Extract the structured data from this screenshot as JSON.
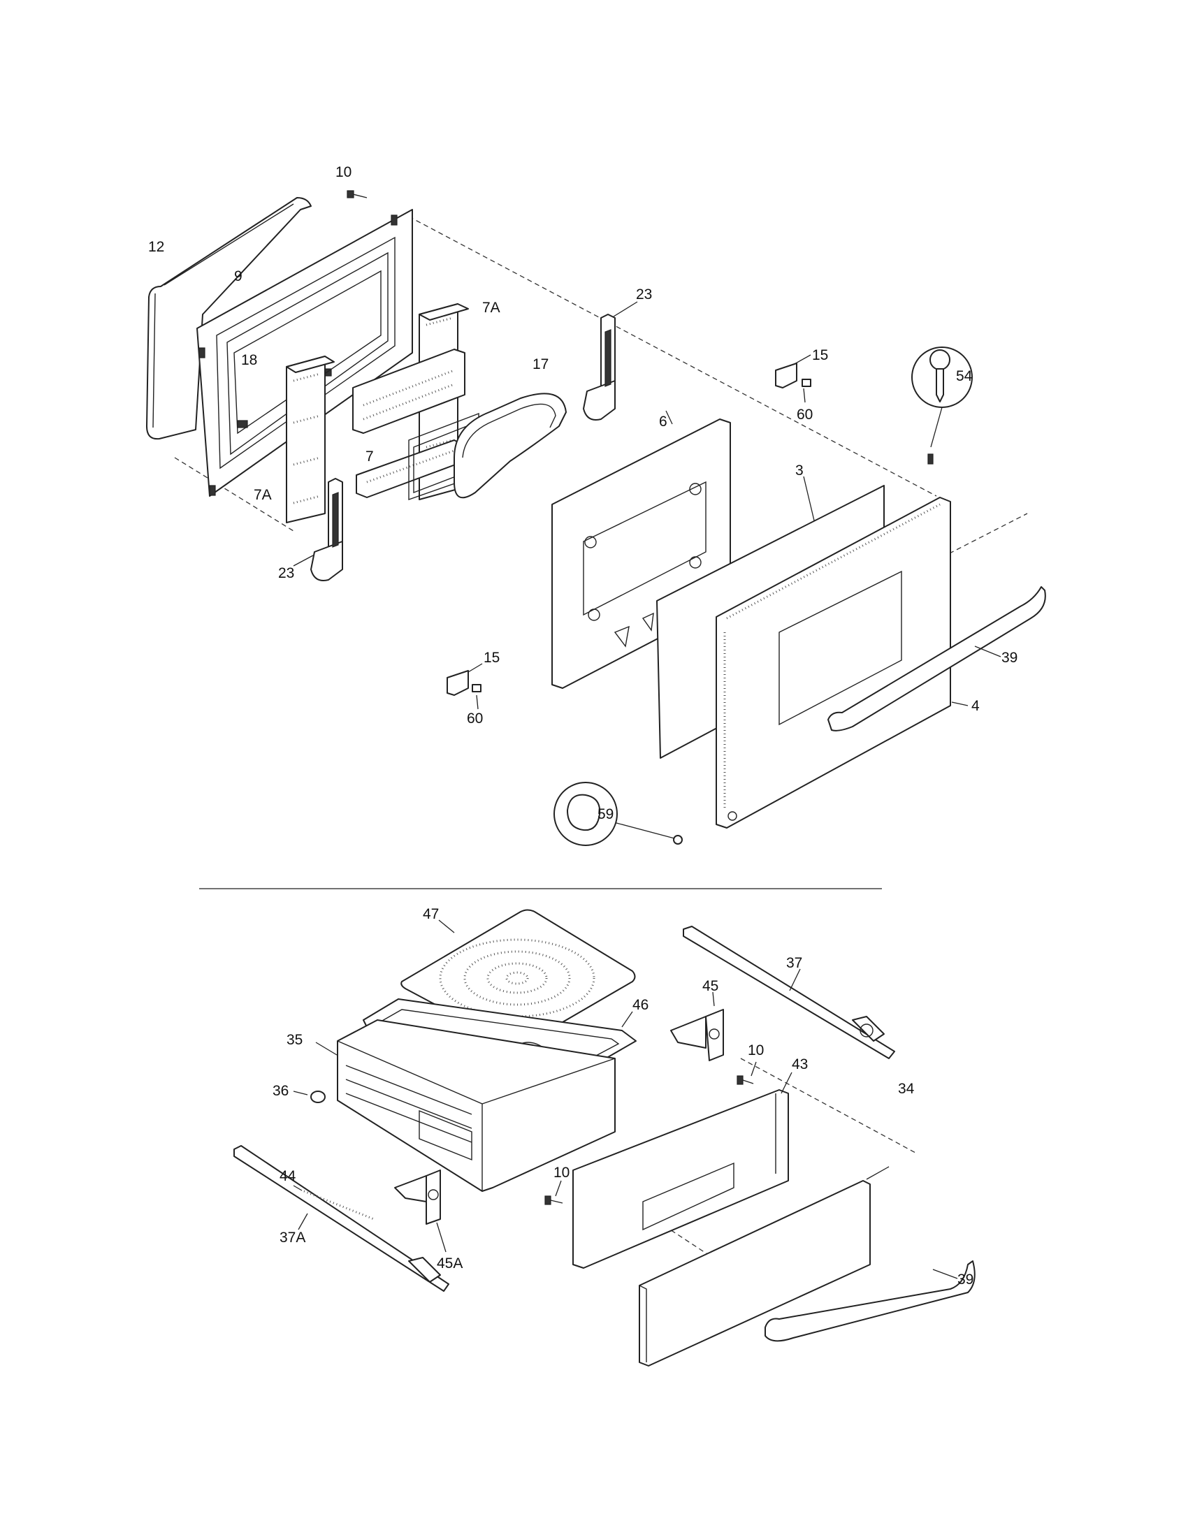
{
  "labels": {
    "p10_top": "10",
    "p12": "12",
    "p9": "9",
    "p7a_top": "7A",
    "p18": "18",
    "p17": "17",
    "p23_top": "23",
    "p15_top": "15",
    "p60_top": "60",
    "p54": "54",
    "p7": "7",
    "p7a_left": "7A",
    "p6": "6",
    "p3": "3",
    "p23_bottom": "23",
    "p39_top": "39",
    "p4": "4",
    "p15_bottom": "15",
    "p60_bottom": "60",
    "p59": "59",
    "p47": "47",
    "p46": "46",
    "p37": "37",
    "p45": "45",
    "p10_mid": "10",
    "p43": "43",
    "p35": "35",
    "p36": "36",
    "p34": "34",
    "p10_low": "10",
    "p44": "44",
    "p45a": "45A",
    "p37a": "37A",
    "p39_bottom": "39"
  }
}
